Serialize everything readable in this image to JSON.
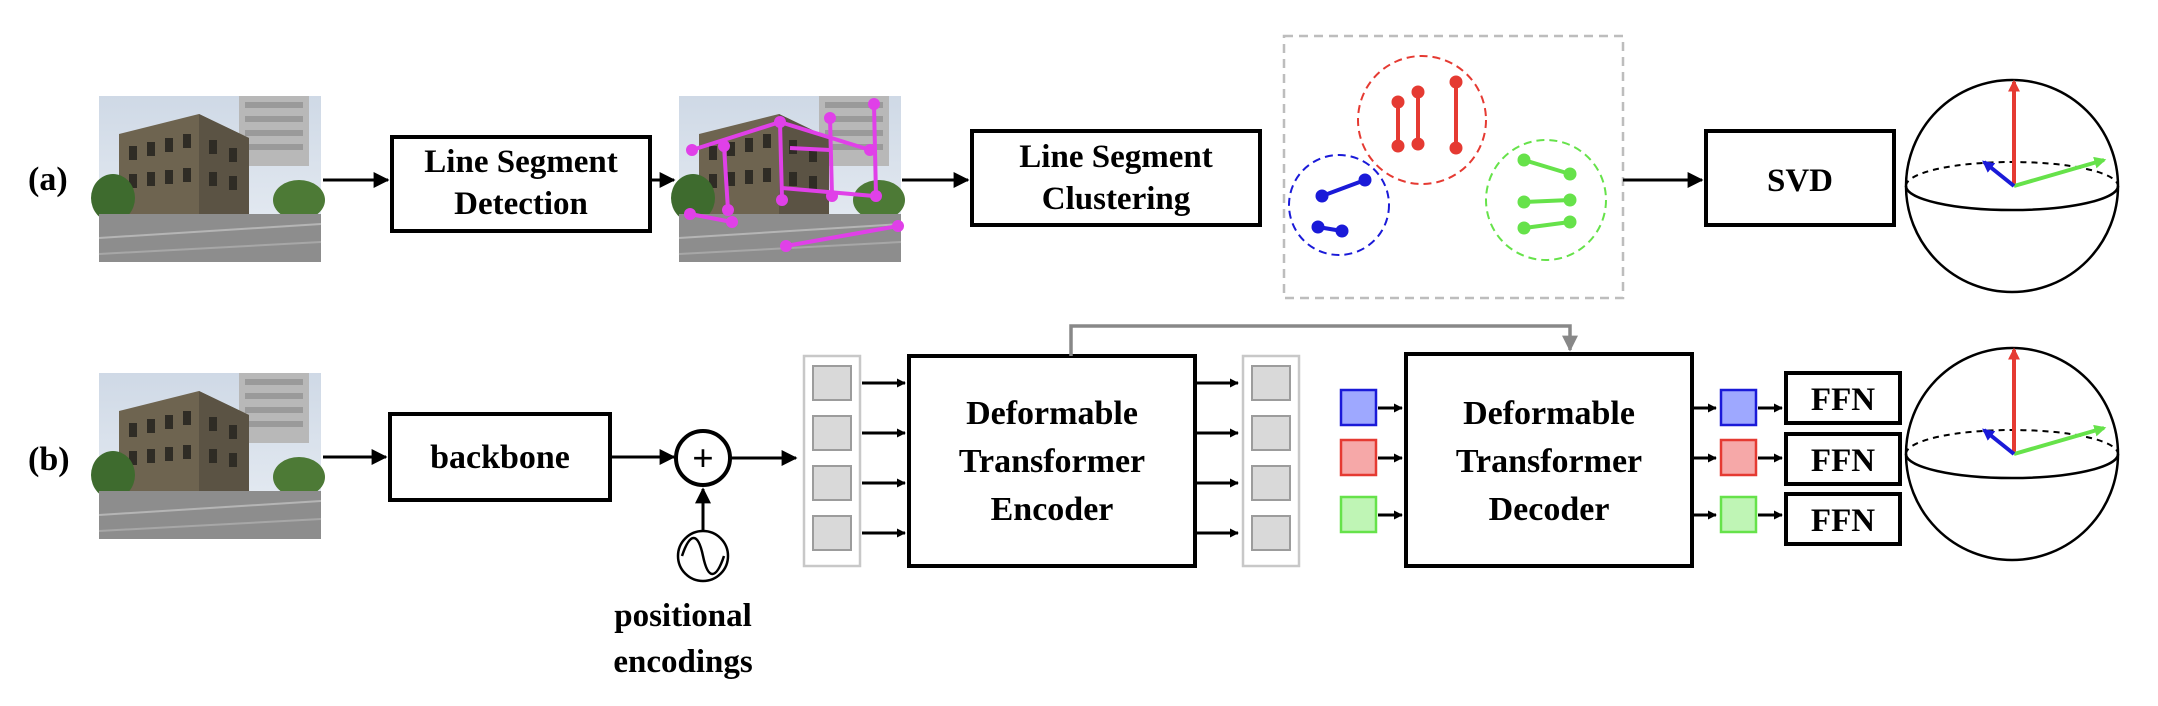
{
  "rows": {
    "a": {
      "label": "(a)",
      "step1": [
        "Line Segment",
        "Detection"
      ],
      "step2": [
        "Line Segment",
        "Clustering"
      ],
      "step3": "SVD"
    },
    "b": {
      "label": "(b)",
      "backbone": "backbone",
      "plus": "+",
      "pos_enc": [
        "positional",
        "encodings"
      ],
      "encoder": [
        "Deformable",
        "Transformer",
        "Encoder"
      ],
      "decoder": [
        "Deformable",
        "Transformer",
        "Decoder"
      ],
      "ffn": [
        "FFN",
        "FFN",
        "FFN"
      ]
    }
  },
  "colors": {
    "magenta": "#e040e8",
    "red": "#e53a32",
    "blue": "#1a1ad8",
    "green": "#66e24a",
    "query_blue_fill": "#9ea8ff",
    "query_red_fill": "#f6a8a8",
    "query_green_fill": "#bff5b5",
    "token_fill": "#d9d9d9",
    "gray_frame": "#bdbdbd"
  }
}
